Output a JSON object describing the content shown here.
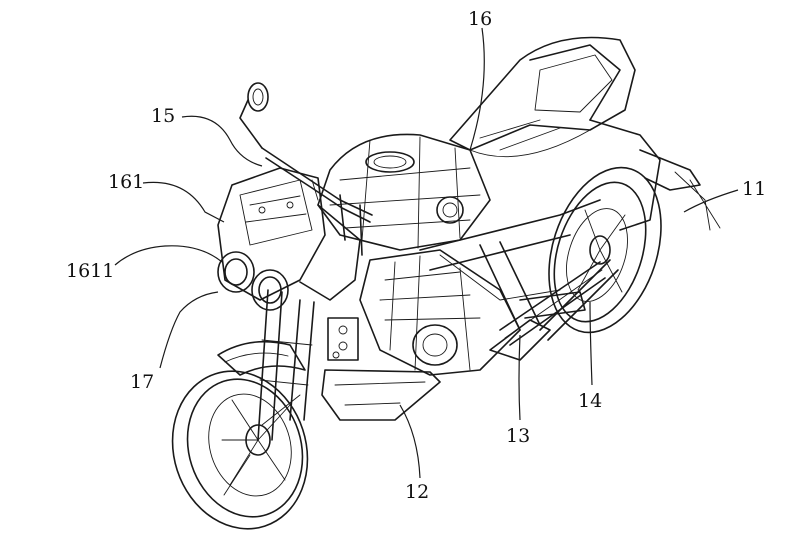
{
  "figure": {
    "callouts": [
      {
        "id": "c16",
        "text": "16"
      },
      {
        "id": "c15",
        "text": "15"
      },
      {
        "id": "c161",
        "text": "161"
      },
      {
        "id": "c1611",
        "text": "1611"
      },
      {
        "id": "c17",
        "text": "17"
      },
      {
        "id": "c11",
        "text": "11"
      },
      {
        "id": "c14",
        "text": "14"
      },
      {
        "id": "c13",
        "text": "13"
      },
      {
        "id": "c12",
        "text": "12"
      }
    ]
  }
}
